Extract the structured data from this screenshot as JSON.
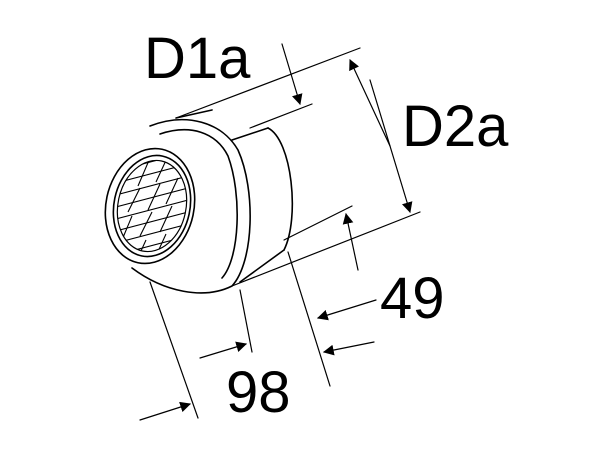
{
  "labels": {
    "d1a": "D1a",
    "d2a": "D2a",
    "dim_49": "49",
    "dim_98": "98"
  }
}
